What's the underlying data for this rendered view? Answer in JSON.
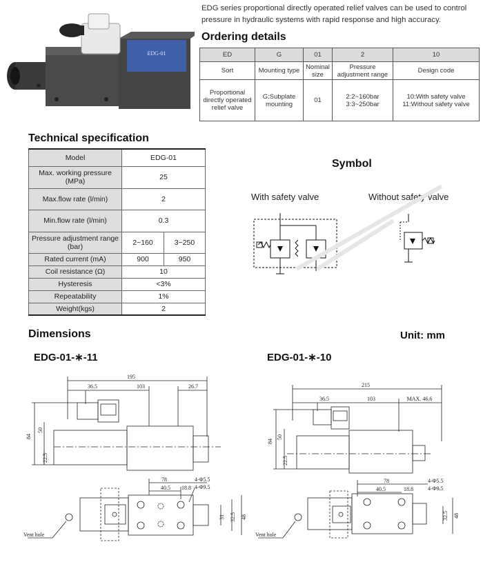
{
  "intro": "EDG series proportional directly operated relief valves can be used to control pressure in hydraulic systems with rapid response and high accuracy.",
  "product_label": "EDG-01",
  "ordering": {
    "title": "Ordering details",
    "codes": [
      "ED",
      "G",
      "01",
      "2",
      "10"
    ],
    "names": [
      "Sort",
      "Mounting type",
      "Nominal size",
      "Pressure adjustment range",
      "Design code"
    ],
    "values": {
      "sort": "Proportional directly operated relief valve",
      "mount": "G:Subplate mounting",
      "size": "01",
      "range_1": "2:2~160bar",
      "range_2": "3:3~250bar",
      "design_1": "10:With safety valve",
      "design_2": "11:Without safety valve"
    }
  },
  "tech": {
    "title": "Technical specification",
    "model_label": "Model",
    "model_value": "EDG-01",
    "max_pressure_label": "Max. working pressure (MPa)",
    "max_pressure_value": "25",
    "max_flow_label": "Max.flow rate (l/min)",
    "max_flow_value": "2",
    "min_flow_label": "Min.flow rate (l/min)",
    "min_flow_value": "0.3",
    "adj_range_label": "Pressure adjustment range (bar)",
    "adj_range_a": "2~160",
    "adj_range_b": "3~250",
    "current_label": "Rated current (mA)",
    "current_a": "900",
    "current_b": "950",
    "coil_label": "Coil resistance (Ω)",
    "coil_value": "10",
    "hysteresis_label": "Hysteresis",
    "hysteresis_value": "<3%",
    "repeat_label": "Repeatability",
    "repeat_value": "1%",
    "weight_label": "Weight(kgs)",
    "weight_value": "2"
  },
  "symbol": {
    "title": "Symbol",
    "with_label": "With safety valve",
    "without_label": "Without safety valve"
  },
  "dimensions": {
    "title": "Dimensions",
    "unit": "Unit: mm",
    "left_title": "EDG-01-∗-11",
    "right_title": "EDG-01-∗-10",
    "left": {
      "d195": "195",
      "d36_5": "36.5",
      "d103": "103",
      "d26_7": "26.7",
      "d84": "84",
      "d50": "50",
      "d22_5": "22.5",
      "d78": "78",
      "d40_5": "40.5",
      "d18_8": "18.8",
      "d4_5_5": "4-Φ5.5",
      "d4_9_5": "4-Φ9.5",
      "d31": "31",
      "d32_5": "32.5",
      "d48": "48",
      "vent": "Vent hole"
    },
    "right": {
      "d215": "215",
      "d36_5": "36.5",
      "d103": "103",
      "dmax": "MAX. 46.6",
      "d84": "84",
      "d50": "50",
      "d22_5": "22.5",
      "d78": "78",
      "d40_5": "40.5",
      "d18_8": "18.8",
      "d4_5_5": "4-Φ5.5",
      "d4_9_5": "4-Φ9.5",
      "d32_5": "32.5",
      "d48": "48",
      "vent": "Vent hole"
    }
  }
}
